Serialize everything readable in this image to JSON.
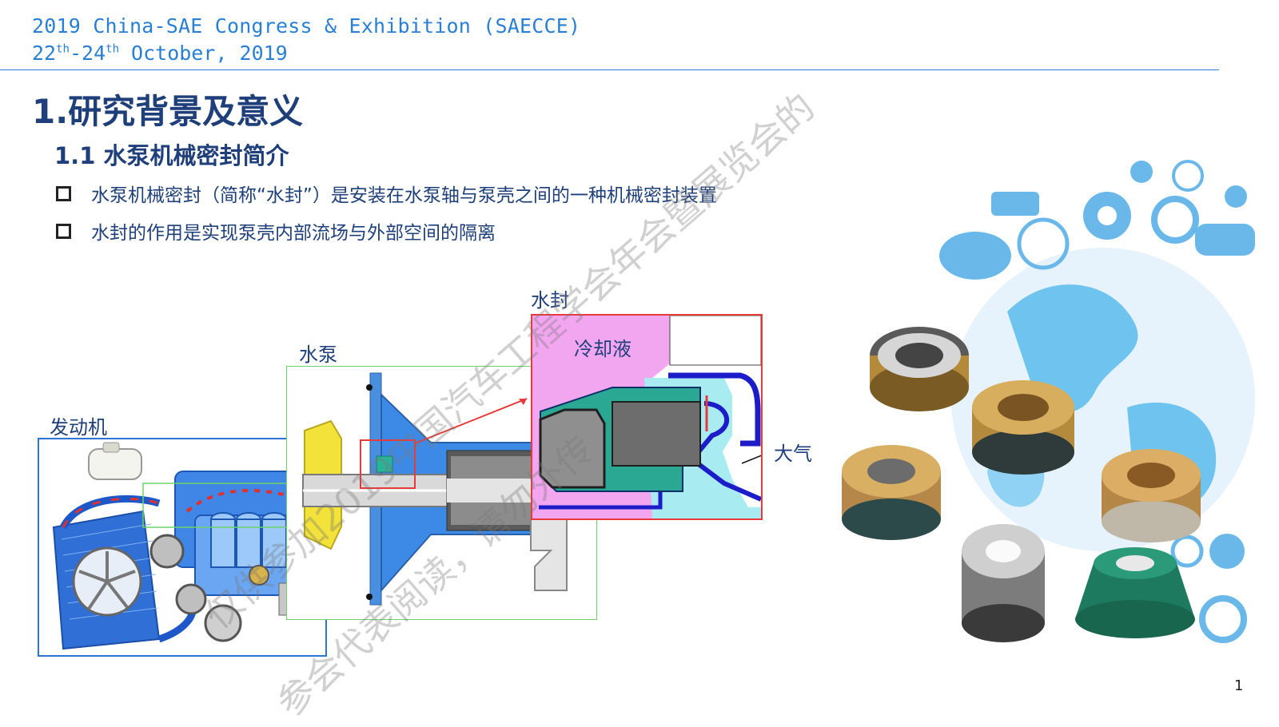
{
  "header": {
    "conference_title": "2019 China-SAE Congress & Exhibition (SAECCE)",
    "date_day_start": "22",
    "date_sup_1": "th",
    "date_dash": "-",
    "date_day_end": "24",
    "date_sup_2": "th",
    "date_rest": " October, 2019"
  },
  "section_title": "1.研究背景及意义",
  "subsection_title": "1.1 水泵机械密封简介",
  "bullets": [
    "水泵机械密封（简称“水封”）是安装在水泵轴与泵壳之间的一种机械密封装置",
    "水封的作用是实现泵壳内部流场与外部空间的隔离"
  ],
  "diagram_labels": {
    "engine": "发动机",
    "pump": "水泵",
    "seal": "水封",
    "coolant": "冷却液",
    "atmosphere": "大气"
  },
  "watermark": {
    "line1": "仅供参加2019中国汽车工程学会年会暨展览会的",
    "line2": "参会代表阅读，请勿外传"
  },
  "page_number": "1",
  "colors": {
    "header_blue": "#2a7fd4",
    "title_navy": "#1f3f7a",
    "engine_frame": "#2b73d6",
    "pump_frame": "#6cd36c",
    "seal_frame": "#e83a3a",
    "coolant_pink": "#f3a6f0"
  }
}
